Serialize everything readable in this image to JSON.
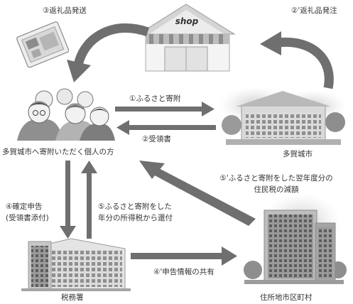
{
  "labels": {
    "step3_gift_ship": "③返礼品発送",
    "step2_gift_order": "②'返礼品発注",
    "shop_sign": "shop",
    "step1_donation": "①ふるさと寄附",
    "step2_receipt": "②受領書",
    "donor_caption": "多賀城市へ寄附いただく個人の方",
    "city_caption": "多賀城市",
    "step5_line1": "⑤'ふるさと寄附をした翌年度分の",
    "step5_line2": "住民税の減額",
    "step4_line1": "④確定申告",
    "step4_line2": "(受領書添付)",
    "step5b_line1": "⑤ふるさと寄附をした",
    "step5b_line2": "年分の所得税から還付",
    "step4b_share": "④'申告情報の共有",
    "tax_office_caption": "税務署",
    "municipality_caption": "住所地市区町村"
  },
  "colors": {
    "arrow": "#6f6f6f",
    "arrow_dark": "#5e5e5e",
    "shop_roof": "#c9c9c9",
    "building_gray": "#a9a9a9"
  }
}
